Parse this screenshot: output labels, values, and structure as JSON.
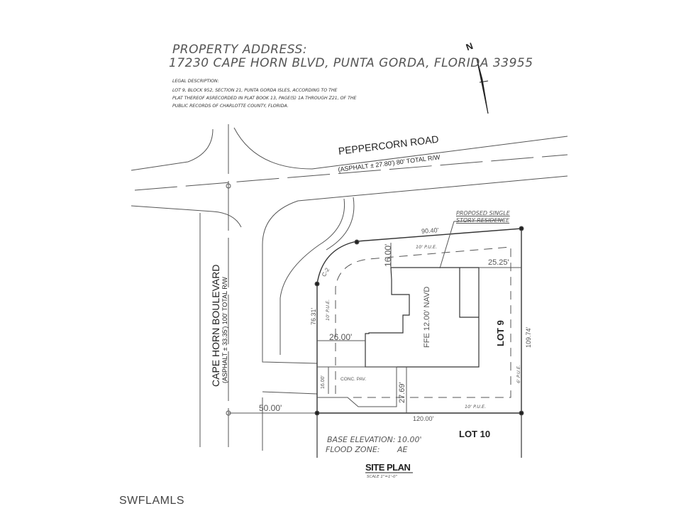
{
  "header": {
    "title": "PROPERTY ADDRESS:",
    "address": "17230 CAPE HORN BLVD, PUNTA GORDA, FLORIDA 33955",
    "legal_title": "LEGAL DESCRIPTION:",
    "legal_lines": [
      "LOT 9, BLOCK 952, SECTION 21, PUNTA GORDA ISLES, ACCORDING TO THE",
      "PLAT THEREOF ASRECORDED IN PLAT BOOK 13, PAGE(S) 1A THROUGH Z21, OF THE",
      "PUBLIC RECORDS OF CHARLOTTE COUNTY, FLORIDA."
    ]
  },
  "north_arrow": {
    "label": "N",
    "icon": "north-arrow-icon"
  },
  "roads": {
    "peppercorn": {
      "name": "PEPPERCORN ROAD",
      "detail": "(ASPHALT ± 27.80') 80' TOTAL R/W"
    },
    "cape_horn": {
      "name": "CAPE HORN BOULEVARD",
      "detail": "(ASPHALT ± 33.35') 100' TOTAL R/W"
    }
  },
  "plan": {
    "residence_label": [
      "PROPOSED SINGLE",
      "STORY RESIDENCE"
    ],
    "ffe": "FFE 12.00' NAVD",
    "lot": "LOT 9",
    "lot_below": "LOT 10",
    "curve": "C-2",
    "dims": {
      "top": "90.40'",
      "right": "109.74'",
      "bottom": "120.00'",
      "left": "76.31'",
      "front_setback": "16.00'",
      "side_setback_right": "25.25'",
      "side_setback_left": "26.00'",
      "rear_setback": "27.69'",
      "paving_width": "16.00'",
      "road_offset": "50.00'"
    },
    "easements": {
      "top": "10' P.U.E.",
      "left": "10' P.U.E.",
      "bottom": "10' P.U.E.",
      "right": "6' P.U.E."
    },
    "paving": "CONC. PAV."
  },
  "notes": {
    "base_elevation_label": "BASE ELEVATION:",
    "base_elevation": "10.00'",
    "flood_zone_label": "FLOOD ZONE:",
    "flood_zone": "AE"
  },
  "footer": {
    "title": "SITE PLAN",
    "scale": "SCALE 1\"=1'-0\""
  },
  "watermark": "SWFLAMLS",
  "colors": {
    "line": "#444444",
    "background": "#ffffff"
  }
}
